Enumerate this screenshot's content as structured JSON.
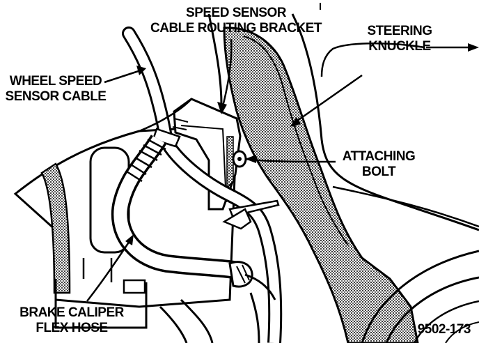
{
  "labels": {
    "bracket_line1": "SPEED SENSOR",
    "bracket_line2": "CABLE ROUTING BRACKET",
    "knuckle_line1": "STEERING",
    "knuckle_line2": "KNUCKLE",
    "cable_line1": "WHEEL SPEED",
    "cable_line2": "SENSOR CABLE",
    "bolt_line1": "ATTACHING",
    "bolt_line2": "BOLT",
    "hose_line1": "BRAKE CALIPER",
    "hose_line2": "FLEX HOSE"
  },
  "figure_number": "9502-173",
  "colors": {
    "ink": "#000000",
    "paper": "#ffffff"
  }
}
